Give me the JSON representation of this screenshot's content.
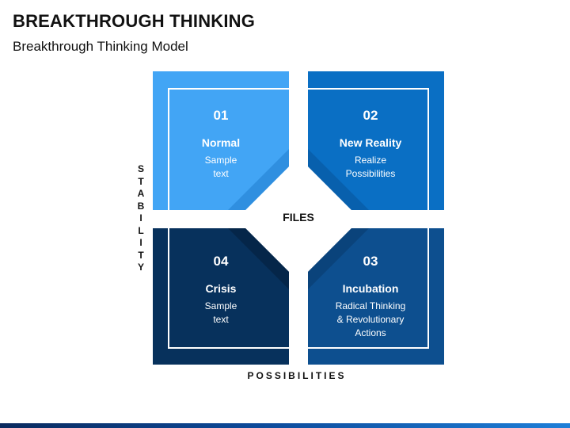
{
  "header": {
    "title": "BREAKTHROUGH THINKING",
    "subtitle": "Breakthrough Thinking Model"
  },
  "axes": {
    "y_label": "STABILITY",
    "x_label": "POSSIBILITIES"
  },
  "center_label": "FILES",
  "quadrants": [
    {
      "number": "01",
      "title": "Normal",
      "body": "Sample\ntext",
      "color": "#42a5f5"
    },
    {
      "number": "02",
      "title": "New Reality",
      "body": "Realize\nPossibilities",
      "color": "#0a6fc4"
    },
    {
      "number": "03",
      "title": "Incubation",
      "body": "Radical Thinking\n& Revolutionary\nActions",
      "color": "#0d4f8f"
    },
    {
      "number": "04",
      "title": "Crisis",
      "body": "Sample\ntext",
      "color": "#07315c"
    }
  ]
}
